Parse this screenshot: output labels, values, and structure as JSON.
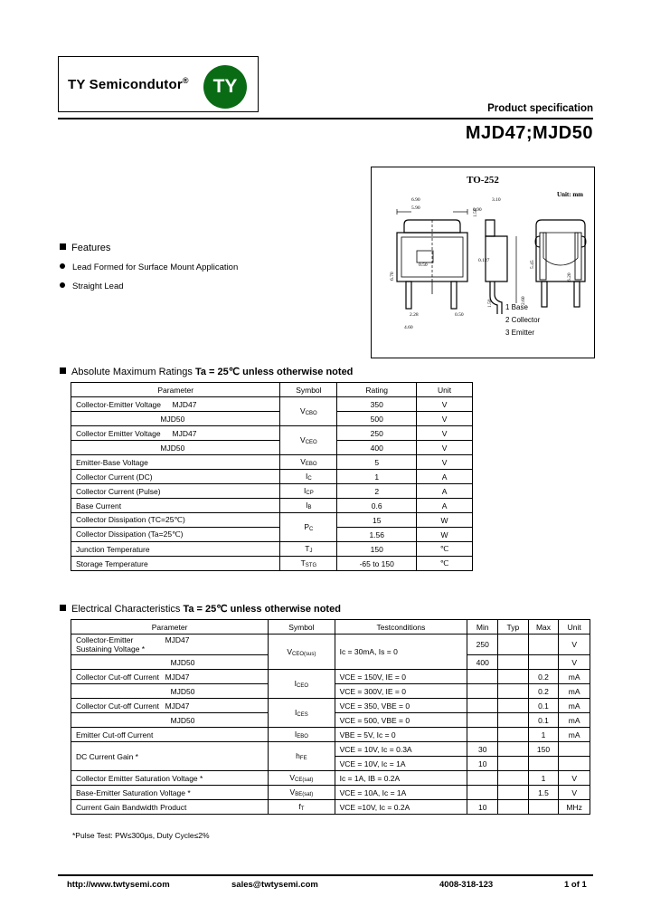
{
  "header": {
    "company": "TY  Semicondutor",
    "registered_mark": "®",
    "logo_letters": "TY",
    "logo_color": "#0a6b15",
    "product_spec": "Product specification",
    "part_numbers": "MJD47;MJD50"
  },
  "features": {
    "title": "Features",
    "items": [
      "Lead Formed for Surface Mount Application",
      "Straight Lead"
    ]
  },
  "package": {
    "title": "TO-252",
    "unit": "Unit: mm",
    "pins": [
      "1 Base",
      "2 Collector",
      "3 Emitter"
    ],
    "dimensions": {
      "body_width_max": "6.90",
      "body_width_min": "5.90",
      "tab_height": "1.50",
      "lead_w_max": "3.10",
      "lead_w_min": "0.90",
      "body_h_max": "6.70",
      "body_h_min": "6.20",
      "lead_pitch": "2.28",
      "lead_len": "4.60",
      "pad_dim": "0.50",
      "thick": "0.127",
      "stand": "1.50",
      "overall": "2.60",
      "depth": "5.45"
    }
  },
  "abs_max": {
    "section_title_pre": "Absolute Maximum Ratings ",
    "section_title_cond": "Ta = 25℃ unless otherwise noted",
    "columns": [
      "Parameter",
      "Symbol",
      "Rating",
      "Unit"
    ],
    "rows": [
      {
        "parameter": "Collector-Emitter Voltage",
        "device": "MJD47",
        "symbol": "VCBO",
        "sym_main": "V",
        "sym_sub": "CBO",
        "rating": "350",
        "unit": "V",
        "rowspan": 2
      },
      {
        "parameter": "",
        "device": "MJD50",
        "rating": "500",
        "unit": "V"
      },
      {
        "parameter": "Collector Emitter Voltage",
        "device": "MJD47",
        "symbol": "VCEO",
        "sym_main": "V",
        "sym_sub": "CEO",
        "rating": "250",
        "unit": "V",
        "rowspan": 2
      },
      {
        "parameter": "",
        "device": "MJD50",
        "rating": "400",
        "unit": "V"
      },
      {
        "parameter": "Emitter-Base Voltage",
        "device": "",
        "sym_main": "V",
        "sym_sub": "EBO",
        "rating": "5",
        "unit": "V"
      },
      {
        "parameter": "Collector Current (DC)",
        "device": "",
        "sym_main": "I",
        "sym_sub": "C",
        "rating": "1",
        "unit": "A"
      },
      {
        "parameter": "Collector Current (Pulse)",
        "device": "",
        "sym_main": "I",
        "sym_sub": "CP",
        "rating": "2",
        "unit": "A"
      },
      {
        "parameter": "Base Current",
        "device": "",
        "sym_main": "I",
        "sym_sub": "B",
        "rating": "0.6",
        "unit": "A"
      },
      {
        "parameter": "Collector Dissipation (TC=25℃)",
        "device": "",
        "sym_main": "P",
        "sym_sub": "C",
        "rating": "15",
        "unit": "W",
        "rowspan": 2
      },
      {
        "parameter": "Collector Dissipation (Ta=25℃)",
        "device": "",
        "rating": "1.56",
        "unit": "W"
      },
      {
        "parameter": "Junction Temperature",
        "device": "",
        "sym_main": "T",
        "sym_sub": "J",
        "rating": "150",
        "unit": "℃"
      },
      {
        "parameter": "Storage Temperature",
        "device": "",
        "sym_main": "T",
        "sym_sub": "STG",
        "rating": "-65 to 150",
        "unit": "℃"
      }
    ]
  },
  "electrical": {
    "section_title_pre": "Electrical Characteristics ",
    "section_title_cond": "Ta = 25℃ unless otherwise noted",
    "columns": [
      "Parameter",
      "Symbol",
      "Testconditions",
      "Min",
      "Typ",
      "Max",
      "Unit"
    ],
    "rows": [
      {
        "parameter": "Collector-Emitter Sustaining Voltage *",
        "device": "MJD47",
        "sym_main": "V",
        "sym_sub": "CEO(sus)",
        "cond": "Ic = 30mA, Is = 0",
        "min": "250",
        "typ": "",
        "max": "",
        "unit": "V"
      },
      {
        "parameter": "",
        "device": "MJD50",
        "cond": "",
        "min": "400",
        "typ": "",
        "max": "",
        "unit": "V"
      },
      {
        "parameter": "Collector Cut-off Current",
        "device": "MJD47",
        "sym_main": "I",
        "sym_sub": "CEO",
        "cond": "VCE = 150V, IE = 0",
        "min": "",
        "typ": "",
        "max": "0.2",
        "unit": "mA"
      },
      {
        "parameter": "",
        "device": "MJD50",
        "cond": "VCE = 300V, IE = 0",
        "min": "",
        "typ": "",
        "max": "0.2",
        "unit": "mA"
      },
      {
        "parameter": "Collector Cut-off Current",
        "device": "MJD47",
        "sym_main": "I",
        "sym_sub": "CES",
        "cond": "VCE = 350, VBE = 0",
        "min": "",
        "typ": "",
        "max": "0.1",
        "unit": "mA"
      },
      {
        "parameter": "",
        "device": "MJD50",
        "cond": "VCE = 500, VBE = 0",
        "min": "",
        "typ": "",
        "max": "0.1",
        "unit": "mA"
      },
      {
        "parameter": "Emitter Cut-off Current",
        "device": "",
        "sym_main": "I",
        "sym_sub": "EBO",
        "cond": "VBE = 5V, Ic = 0",
        "min": "",
        "typ": "",
        "max": "1",
        "unit": "mA"
      },
      {
        "parameter": "DC Current Gain *",
        "device": "",
        "sym_main": "h",
        "sym_sub": "FE",
        "cond": "VCE = 10V, Ic = 0.3A",
        "min": "30",
        "typ": "",
        "max": "150",
        "unit": ""
      },
      {
        "parameter": "",
        "device": "",
        "cond": "VCE = 10V, Ic = 1A",
        "min": "10",
        "typ": "",
        "max": "",
        "unit": ""
      },
      {
        "parameter": "Collector Emitter Saturation Voltage *",
        "device": "",
        "sym_main": "V",
        "sym_sub": "CE(sat)",
        "cond": "Ic = 1A, IB = 0.2A",
        "min": "",
        "typ": "",
        "max": "1",
        "unit": "V"
      },
      {
        "parameter": "Base-Emitter Saturation Voltage *",
        "device": "",
        "sym_main": "V",
        "sym_sub": "BE(sat)",
        "cond": "VCE = 10A, Ic = 1A",
        "min": "",
        "typ": "",
        "max": "1.5",
        "unit": "V"
      },
      {
        "parameter": "Current Gain Bandwidth Product",
        "device": "",
        "sym_main": "f",
        "sym_sub": "T",
        "cond": "VCE =10V, Ic = 0.2A",
        "min": "10",
        "typ": "",
        "max": "",
        "unit": "MHz"
      }
    ],
    "footnote": "*Pulse Test: PW≤300μs, Duty Cycle≤2%"
  },
  "footer": {
    "url": "http://www.twtysemi.com",
    "email": "sales@twtysemi.com",
    "phone": "4008-318-123",
    "page": "1 of 1"
  }
}
